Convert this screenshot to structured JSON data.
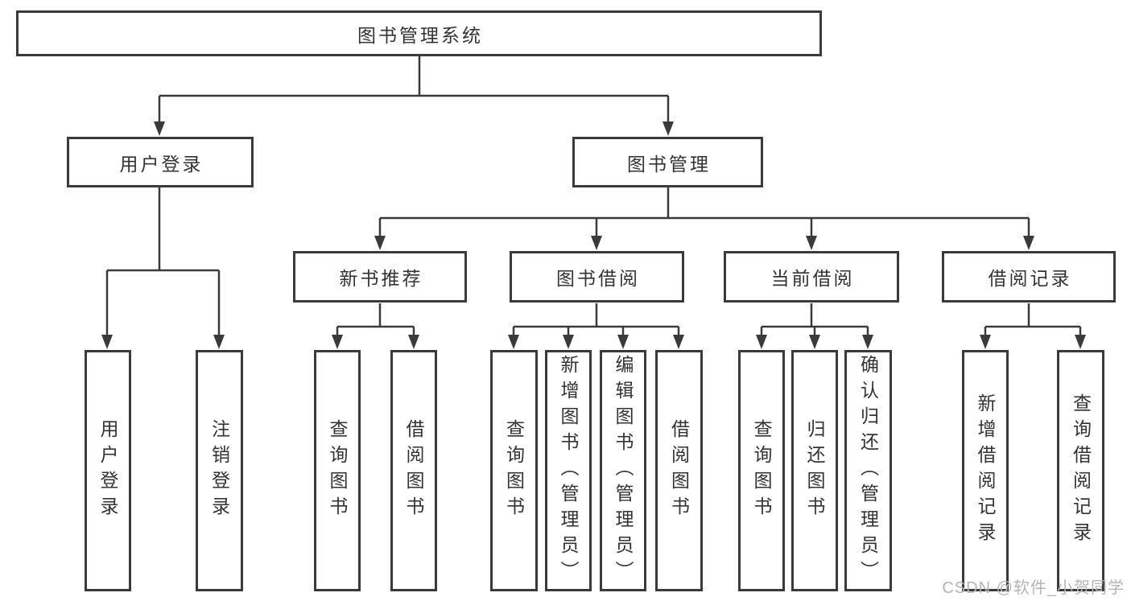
{
  "diagram_title": "图书管理系统",
  "tree": {
    "label": "图书管理系统",
    "children": [
      {
        "label": "用户登录",
        "children": [
          {
            "label": "用户登录"
          },
          {
            "label": "注销登录"
          }
        ]
      },
      {
        "label": "图书管理",
        "children": [
          {
            "label": "新书推荐",
            "children": [
              {
                "label": "查询图书"
              },
              {
                "label": "借阅图书"
              }
            ]
          },
          {
            "label": "图书借阅",
            "children": [
              {
                "label": "查询图书"
              },
              {
                "label": "新增图书（管理员）"
              },
              {
                "label": "编辑图书（管理员）"
              },
              {
                "label": "借阅图书"
              }
            ]
          },
          {
            "label": "当前借阅",
            "children": [
              {
                "label": "查询图书"
              },
              {
                "label": "归还图书"
              },
              {
                "label": "确认归还（管理员）"
              }
            ]
          },
          {
            "label": "借阅记录",
            "children": [
              {
                "label": "新增借阅记录"
              },
              {
                "label": "查询借阅记录"
              }
            ]
          }
        ]
      }
    ]
  },
  "watermark": {
    "text": "CSDN @软件_小贺同学"
  },
  "colors": {
    "line": "#3a3a3a",
    "box_border": "#3a3a3a",
    "text": "#333333",
    "watermark": "#b4b4b4",
    "background": "#ffffff"
  }
}
